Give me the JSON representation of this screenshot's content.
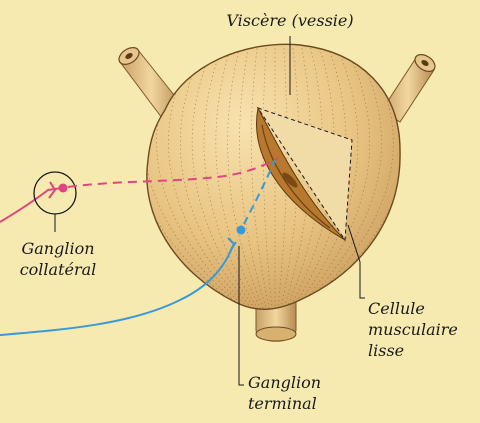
{
  "labels": {
    "viscera": "Viscère (vessie)",
    "collateral_ganglion": [
      "Ganglion",
      "collatéral"
    ],
    "smooth_muscle_cell": [
      "Cellule",
      "musculaire",
      "lisse"
    ],
    "terminal_ganglion": [
      "Ganglion",
      "terminal"
    ]
  },
  "colors": {
    "background": "#f7eab0",
    "organ_fill": "#e8c482",
    "organ_shadow": "#c99a55",
    "preganglionic_pink": "#e0457e",
    "postganglionic_blue": "#3a9ad9",
    "muscle_cut": "#b8782e",
    "leader_lines": "#1a1a1a"
  },
  "icons": [
    "bladder-illustration",
    "ureter-tube",
    "urethra-tube",
    "ganglion-node",
    "muscle-cell-cutaway"
  ]
}
